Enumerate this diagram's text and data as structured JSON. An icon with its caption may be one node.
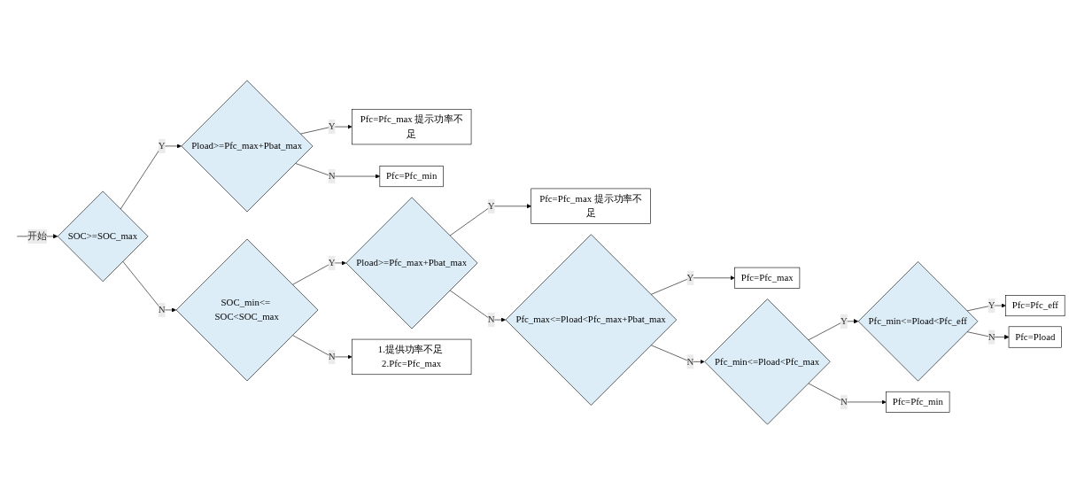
{
  "diagram": {
    "nodes": [
      {
        "text": [
          "SOC>=SOC_max"
        ]
      },
      {
        "text": [
          "Pload>=Pfc_max+Pbat_max"
        ]
      },
      {
        "text": [
          "Pfc=Pfc_max 提示功率不足"
        ]
      },
      {
        "text": [
          "Pfc=Pfc_min"
        ]
      },
      {
        "text": [
          "SOC_min<= SOC<SOC_max"
        ]
      },
      {
        "text": [
          "Pload>=Pfc_max+Pbat_max"
        ]
      },
      {
        "text": [
          "Pfc=Pfc_max 提示功率不足"
        ]
      },
      {
        "text": [
          "Pfc_max<=Pload<Pfc_max+Pbat_max"
        ]
      },
      {
        "text": [
          "Pfc=Pfc_max"
        ]
      },
      {
        "text": [
          "Pfc_min<=Pload<Pfc_max"
        ]
      },
      {
        "text": [
          "Pfc_min<=Pload<Pfc_eff"
        ]
      },
      {
        "text": [
          "Pfc=Pfc_eff"
        ]
      },
      {
        "text": [
          "Pfc=Pload"
        ]
      },
      {
        "text": [
          "Pfc=Pfc_min"
        ]
      },
      {
        "text": [
          "1.提供功率不足 2.Pfc=Pfc_max"
        ]
      }
    ],
    "edges": [
      {
        "from": null,
        "to": 0,
        "arrow": "to",
        "label": "开始"
      },
      {
        "from": 0,
        "to": 1,
        "arrow": "to",
        "label": "Y"
      },
      {
        "from": 1,
        "to": 2,
        "arrow": "to",
        "label": "Y"
      },
      {
        "from": 1,
        "to": 3,
        "arrow": "to",
        "label": "N"
      },
      {
        "from": 0,
        "to": 4,
        "arrow": "to",
        "label": "N"
      },
      {
        "from": 4,
        "to": 5,
        "arrow": "to",
        "label": "Y"
      },
      {
        "from": 5,
        "to": 6,
        "arrow": "to",
        "label": "Y"
      },
      {
        "from": 5,
        "to": 7,
        "arrow": "to",
        "label": "N"
      },
      {
        "from": 7,
        "to": 8,
        "arrow": "to",
        "label": "Y"
      },
      {
        "from": 7,
        "to": 9,
        "arrow": "to",
        "label": "N"
      },
      {
        "from": 9,
        "to": 10,
        "arrow": "to",
        "label": "Y"
      },
      {
        "from": 10,
        "to": 11,
        "arrow": "to",
        "label": "Y"
      },
      {
        "from": 10,
        "to": 12,
        "arrow": "to",
        "label": "N"
      },
      {
        "from": 9,
        "to": 13,
        "arrow": "to",
        "label": "N"
      },
      {
        "from": 4,
        "to": 14,
        "arrow": "to",
        "label": "N"
      }
    ]
  }
}
